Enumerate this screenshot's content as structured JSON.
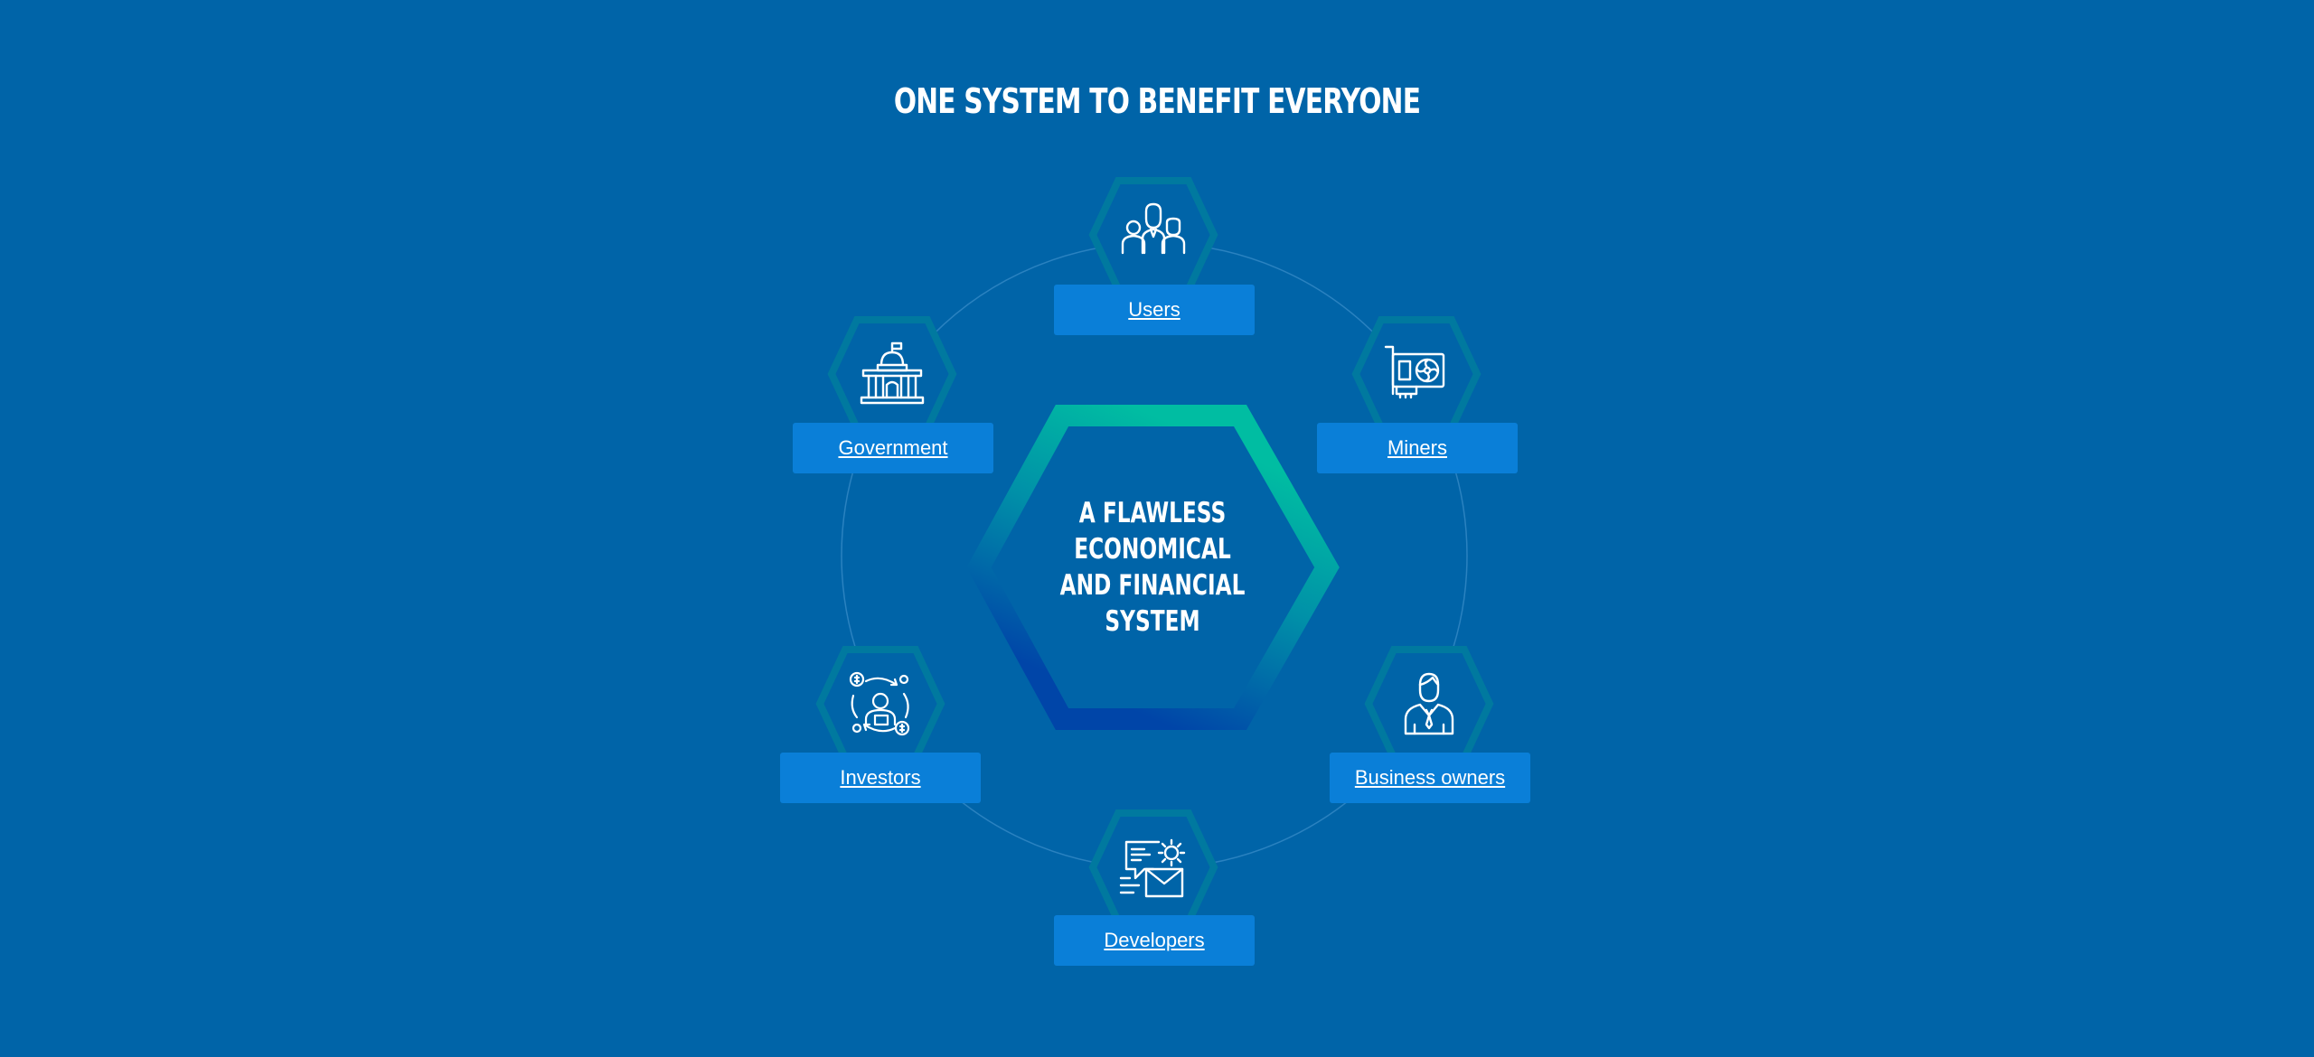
{
  "page": {
    "title": "ONE SYSTEM TO BENEFIT EVERYONE",
    "background": "#0064a8"
  },
  "center": {
    "lines": [
      "A FLAWLESS",
      "ECONOMICAL",
      "AND FINANCIAL",
      "SYSTEM"
    ],
    "gradient": [
      "#00b8a0",
      "#0047a8"
    ]
  },
  "nodes": {
    "users": {
      "label": "Users",
      "icon": "users-group-icon"
    },
    "miners": {
      "label": "Miners",
      "icon": "graphics-card-icon"
    },
    "business": {
      "label": "Business owners",
      "icon": "businessman-icon"
    },
    "developers": {
      "label": "Developers",
      "icon": "developer-code-icon"
    },
    "investors": {
      "label": "Investors",
      "icon": "investor-money-cycle-icon"
    },
    "government": {
      "label": "Government",
      "icon": "government-building-icon"
    }
  },
  "colors": {
    "label_bg": "#0a7fd8",
    "hex_outline": "#00799f",
    "ring": "#1a78b8"
  }
}
